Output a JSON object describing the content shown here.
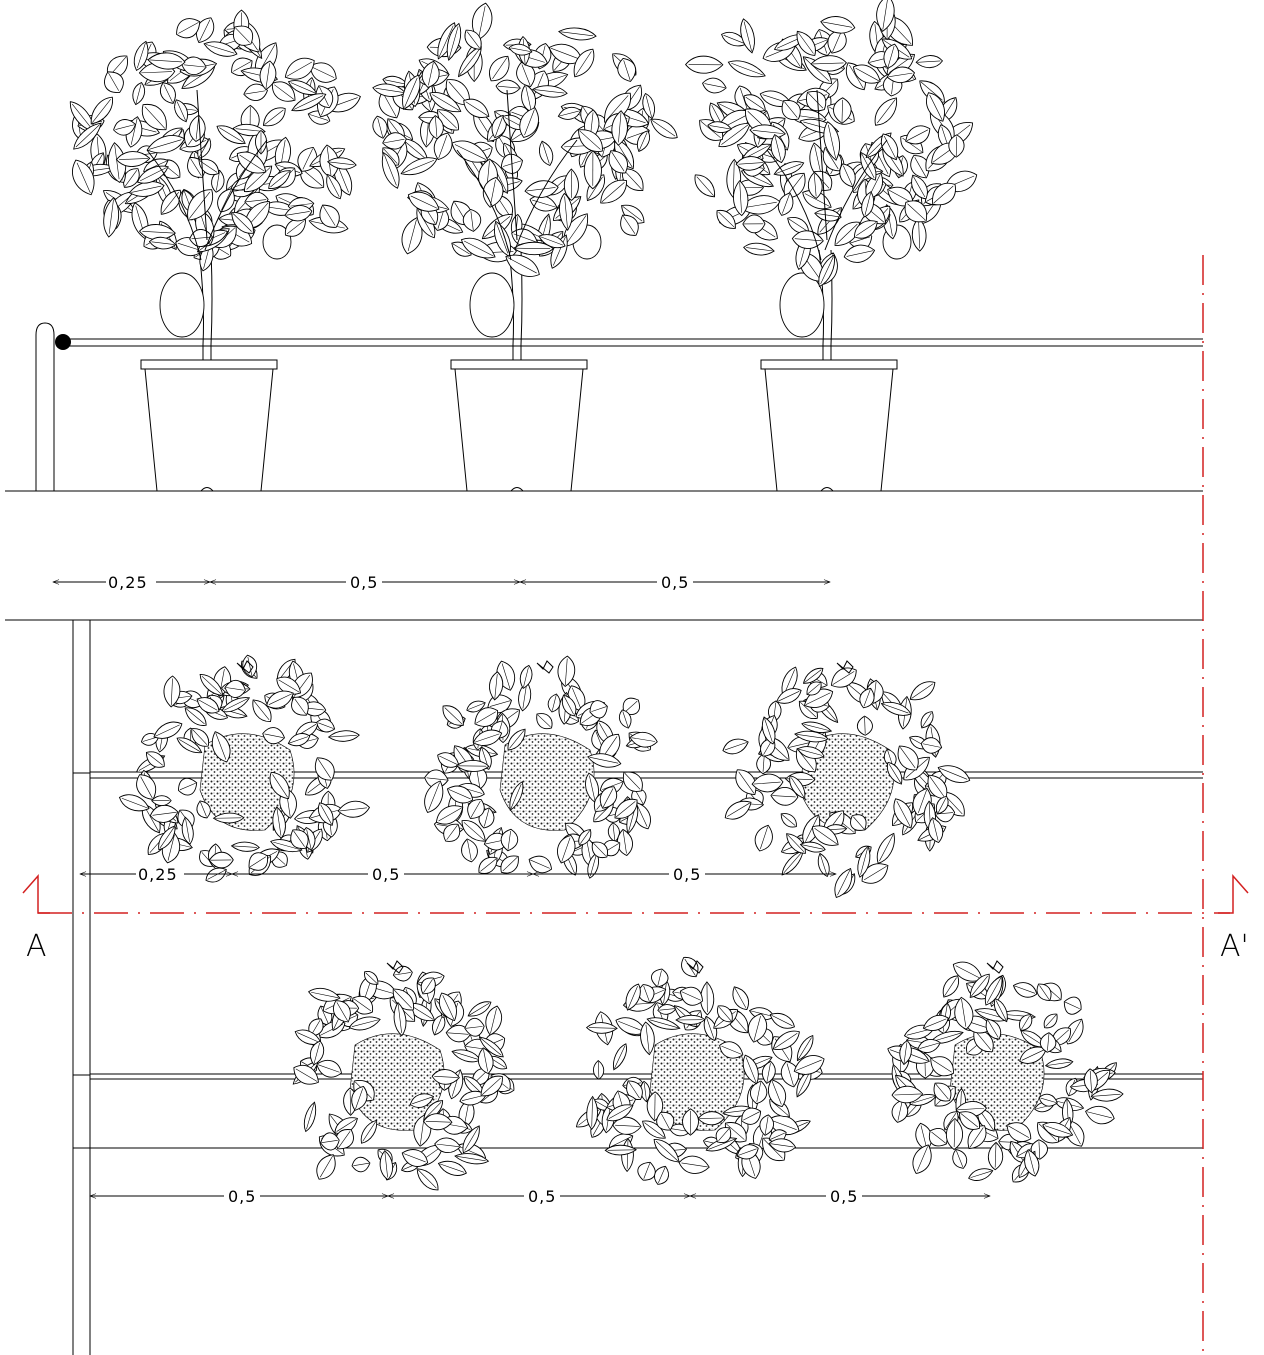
{
  "colors": {
    "lines": "#000000",
    "section_line": "#d42020",
    "background": "#ffffff"
  },
  "elevation": {
    "dimensions": [
      "0,25",
      "0,5",
      "0,5"
    ]
  },
  "plan": {
    "row1_dimensions": [
      "0,25",
      "0,5",
      "0,5"
    ],
    "row2_dimensions": [
      "0,5",
      "0,5",
      "0,5"
    ]
  },
  "section": {
    "label_left": "A",
    "label_right": "A'"
  }
}
